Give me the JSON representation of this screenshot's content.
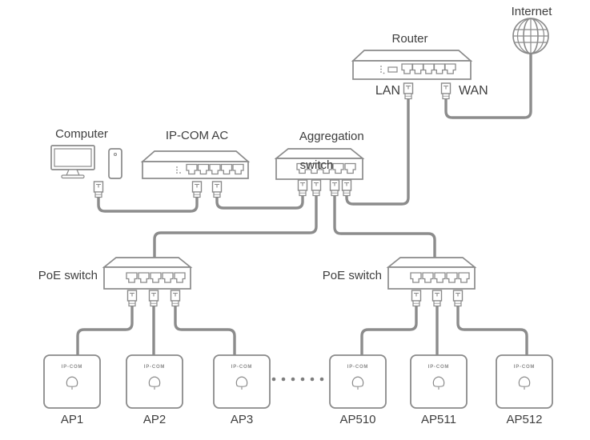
{
  "labels": {
    "internet": "Internet",
    "router": "Router",
    "lan": "LAN",
    "wan": "WAN",
    "computer": "Computer",
    "ac": "IP-COM AC",
    "aggregation_line1": "Aggregation",
    "aggregation_line2": "switch",
    "poe_left": "PoE switch",
    "poe_right": "PoE switch",
    "ap_brand": "IP-COM"
  },
  "aps": [
    {
      "label": "AP1"
    },
    {
      "label": "AP2"
    },
    {
      "label": "AP3"
    },
    {
      "label": "AP510"
    },
    {
      "label": "AP511"
    },
    {
      "label": "AP512"
    }
  ],
  "colors": {
    "line": "#8a8a8a",
    "cable": "#8c8c8c",
    "text": "#3e3e3e",
    "background": "#ffffff"
  },
  "topology": {
    "devices": [
      {
        "name": "Internet",
        "icon": "globe"
      },
      {
        "name": "Router",
        "visible_ports": 5,
        "labeled_ports": [
          "LAN",
          "WAN"
        ]
      },
      {
        "name": "Computer",
        "icon": "monitor-and-tower"
      },
      {
        "name": "IP-COM AC",
        "visible_ports": 5
      },
      {
        "name": "Aggregation switch",
        "visible_ports": 5
      },
      {
        "name": "PoE switch",
        "position": "left",
        "visible_ports": 5
      },
      {
        "name": "PoE switch",
        "position": "right",
        "visible_ports": 5
      },
      {
        "name": "AP1"
      },
      {
        "name": "AP2"
      },
      {
        "name": "AP3"
      },
      {
        "name": "AP510"
      },
      {
        "name": "AP511"
      },
      {
        "name": "AP512"
      }
    ],
    "connections": [
      {
        "from": "Router WAN",
        "to": "Internet"
      },
      {
        "from": "Router LAN",
        "to": "Aggregation switch"
      },
      {
        "from": "Computer",
        "to": "IP-COM AC"
      },
      {
        "from": "IP-COM AC",
        "to": "Aggregation switch"
      },
      {
        "from": "Aggregation switch",
        "to": "PoE switch (left)"
      },
      {
        "from": "Aggregation switch",
        "to": "PoE switch (right)"
      },
      {
        "from": "PoE switch (left)",
        "to": "AP1"
      },
      {
        "from": "PoE switch (left)",
        "to": "AP2"
      },
      {
        "from": "PoE switch (left)",
        "to": "AP3"
      },
      {
        "from": "PoE switch (right)",
        "to": "AP510"
      },
      {
        "from": "PoE switch (right)",
        "to": "AP511"
      },
      {
        "from": "PoE switch (right)",
        "to": "AP512"
      }
    ],
    "ellipsis_between": [
      "AP3",
      "AP510"
    ]
  }
}
